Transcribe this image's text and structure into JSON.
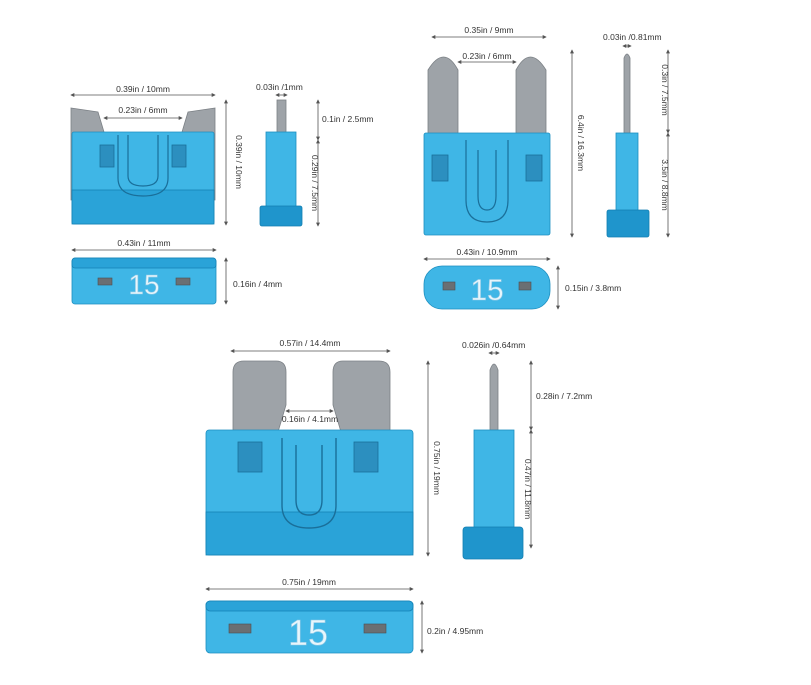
{
  "fuse_colors": {
    "light_blue": "#3fb6e6",
    "mid_blue": "#2aa3d8",
    "deep_blue": "#1f95cc",
    "blade_gray": "#9ea3a8"
  },
  "low_profile": {
    "width": "0.39in / 10mm",
    "blade_gap": "0.23in / 6mm",
    "height": "0.39in / 10mm",
    "blade_thickness": "0.03in /1mm",
    "side_top": "0.1in / 2.5mm",
    "side_body": "0.29in / 7.5mm",
    "top_width": "0.43in / 11mm",
    "top_depth": "0.16in / 4mm",
    "rating": "15"
  },
  "mini": {
    "width": "0.35in / 9mm",
    "blade_gap": "0.23in / 6mm",
    "height": "6.4in / 16.3mm",
    "blade_thickness": "0.03in /0.81mm",
    "side_top": "0.3in / 7.5mm",
    "side_body": "3.5in / 8.8mm",
    "top_width": "0.43in / 10.9mm",
    "top_depth": "0.15in / 3.8mm",
    "rating": "15"
  },
  "standard": {
    "width": "0.57in / 14.4mm",
    "blade_gap": "0.16in / 4.1mm",
    "height": "0.75in / 19mm",
    "blade_thickness": "0.026in /0.64mm",
    "side_top": "0.28in / 7.2mm",
    "side_body": "0.47in / 11.8mm",
    "top_width": "0.75in / 19mm",
    "top_depth": "0.2in / 4.95mm",
    "rating": "15"
  }
}
